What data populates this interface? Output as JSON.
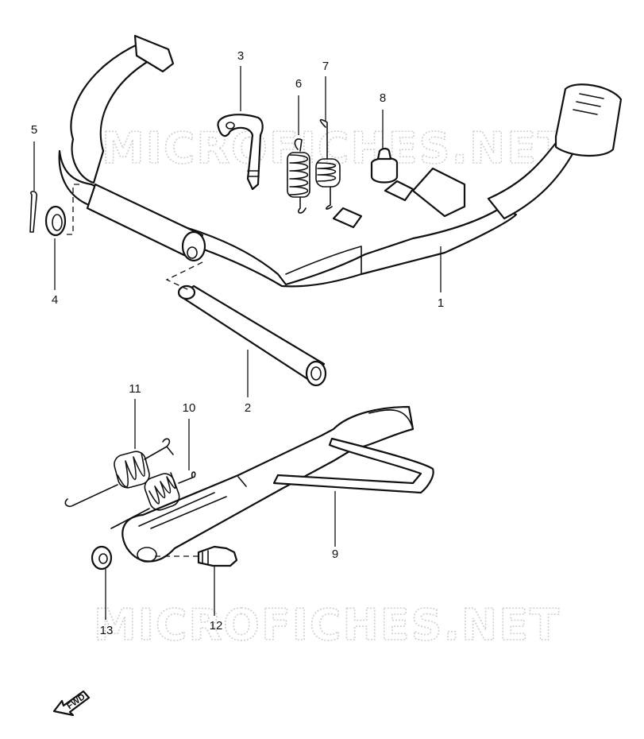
{
  "watermark": {
    "text": "MICROFICHES.NET",
    "color": "#cfcfcf"
  },
  "direction_label": "FWD",
  "callouts": [
    {
      "id": "1",
      "label": "1"
    },
    {
      "id": "2",
      "label": "2"
    },
    {
      "id": "3",
      "label": "3"
    },
    {
      "id": "4",
      "label": "4"
    },
    {
      "id": "5",
      "label": "5"
    },
    {
      "id": "6",
      "label": "6"
    },
    {
      "id": "7",
      "label": "7"
    },
    {
      "id": "8",
      "label": "8"
    },
    {
      "id": "9",
      "label": "9"
    },
    {
      "id": "10",
      "label": "10"
    },
    {
      "id": "11",
      "label": "11"
    },
    {
      "id": "12",
      "label": "12"
    },
    {
      "id": "13",
      "label": "13"
    }
  ]
}
